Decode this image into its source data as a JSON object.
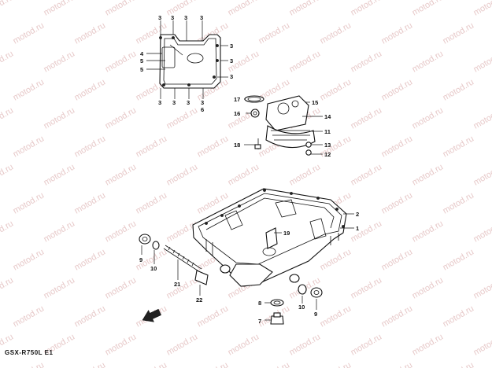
{
  "watermark": "motod.ru",
  "model_label": "GSX-R750L E1",
  "arrow_icon": "front-arrow-icon",
  "callouts": {
    "c3": "3",
    "c4": "4",
    "c5": "5",
    "c6": "6",
    "c1": "1",
    "c2": "2",
    "c7": "7",
    "c8": "8",
    "c9": "9",
    "c10": "10",
    "c11": "11",
    "c12": "12",
    "c13": "13",
    "c14": "14",
    "c15": "15",
    "c16": "16",
    "c17": "17",
    "c18": "18",
    "c19": "19",
    "c21": "21",
    "c22": "22"
  }
}
